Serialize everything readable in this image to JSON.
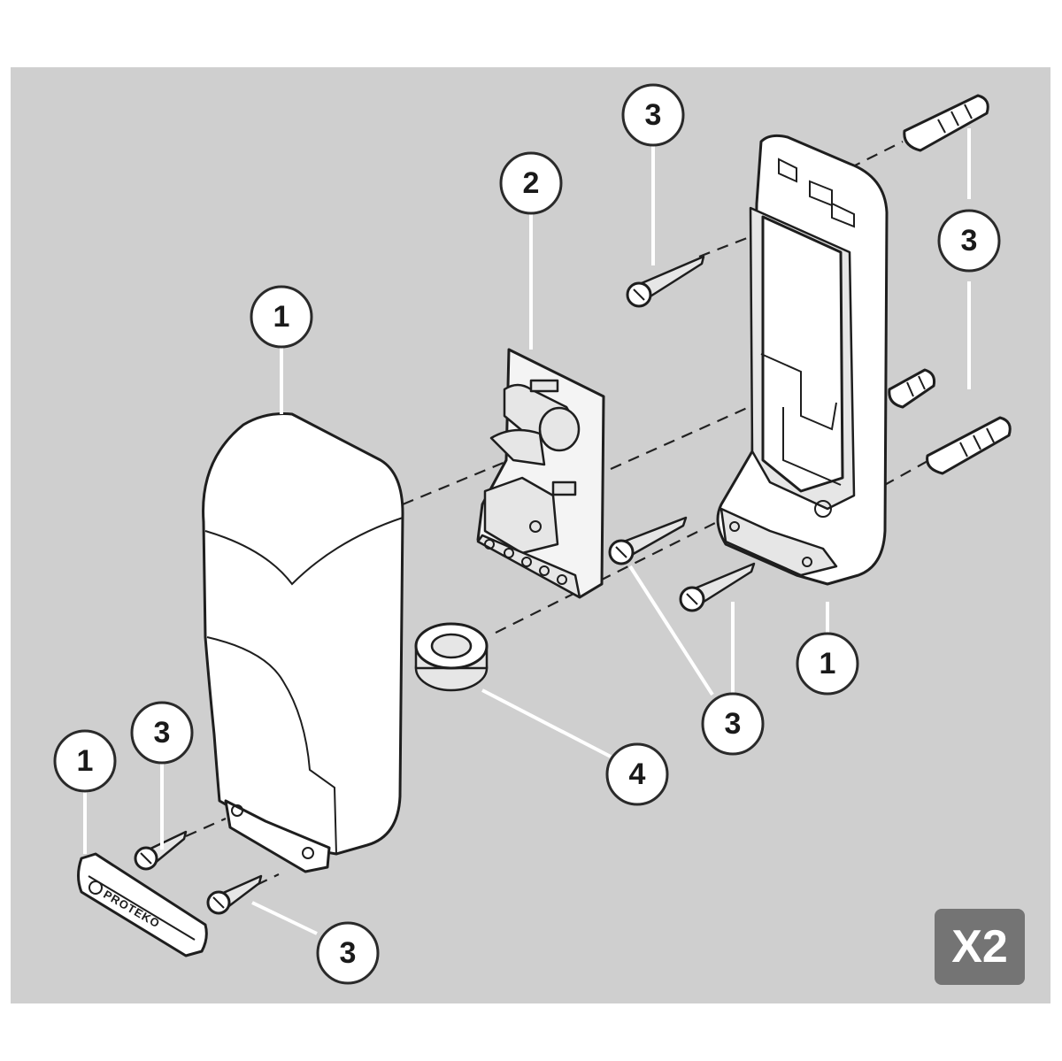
{
  "diagram": {
    "callouts": [
      {
        "id": "c1-cover",
        "label": "1"
      },
      {
        "id": "c1-base",
        "label": "1"
      },
      {
        "id": "c1-trim",
        "label": "1"
      },
      {
        "id": "c2-board",
        "label": "2"
      },
      {
        "id": "c3-screw-top",
        "label": "3"
      },
      {
        "id": "c3-plugs",
        "label": "3"
      },
      {
        "id": "c3-screws-mid",
        "label": "3"
      },
      {
        "id": "c3-screw-left",
        "label": "3"
      },
      {
        "id": "c3-screw-bottom",
        "label": "3"
      },
      {
        "id": "c4-grommet",
        "label": "4"
      }
    ],
    "badge": "X2",
    "trim_logo": "PROTEKO"
  },
  "colors": {
    "background": "#cfcfcf",
    "frame": "#ffffff",
    "badge": "#747474",
    "outline": "#1e1e1e"
  }
}
